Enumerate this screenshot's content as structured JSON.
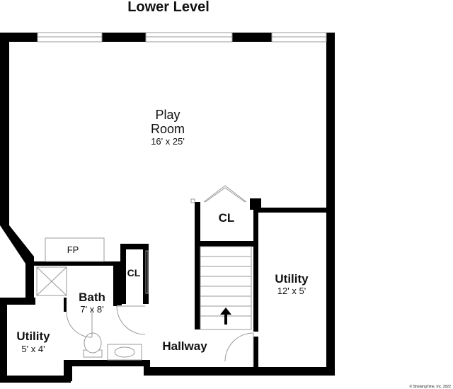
{
  "title": "Lower Level",
  "rooms": {
    "play_room": {
      "name_line1": "Play",
      "name_line2": "Room",
      "dims": "16' x 25'"
    },
    "closet_stairs": {
      "name": "CL"
    },
    "fireplace": {
      "name": "FP"
    },
    "closet_bath": {
      "name": "CL"
    },
    "bath": {
      "name": "Bath",
      "dims": "7' x 8'"
    },
    "utility_small": {
      "name": "Utility",
      "dims": "5' x 4'"
    },
    "utility_large": {
      "name": "Utility",
      "dims": "12' x 5'"
    },
    "hallway": {
      "name": "Hallway"
    }
  },
  "footer": {
    "copyright": "© ShowingTime, Inc. 2022"
  },
  "colors": {
    "wall": "#000000",
    "background": "#ffffff",
    "fixture": "#999999"
  }
}
